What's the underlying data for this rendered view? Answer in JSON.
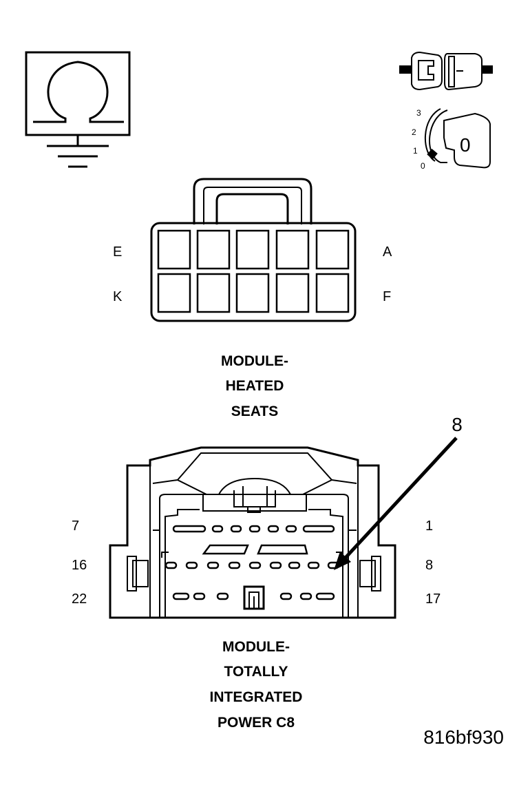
{
  "ohm_symbol": {
    "icon": "ohm-meter-ground-icon"
  },
  "ignition_icon": {
    "icon": "ignition-key-switch-icon",
    "positions": [
      "3",
      "2",
      "1",
      "0"
    ],
    "key_label": "0"
  },
  "connector_heated_seats": {
    "pin_labels": {
      "top_left": "E",
      "top_right": "A",
      "bottom_left": "K",
      "bottom_right": "F"
    },
    "title_lines": [
      "MODULE-",
      "HEATED",
      "SEATS"
    ]
  },
  "connector_tipm": {
    "callout": "8",
    "pin_labels": {
      "row1_left": "7",
      "row1_right": "1",
      "row2_left": "16",
      "row2_right": "8",
      "row3_left": "22",
      "row3_right": "17"
    },
    "title_lines": [
      "MODULE-",
      "TOTALLY",
      "INTEGRATED",
      "POWER C8"
    ]
  },
  "figure_id": "816bf930"
}
